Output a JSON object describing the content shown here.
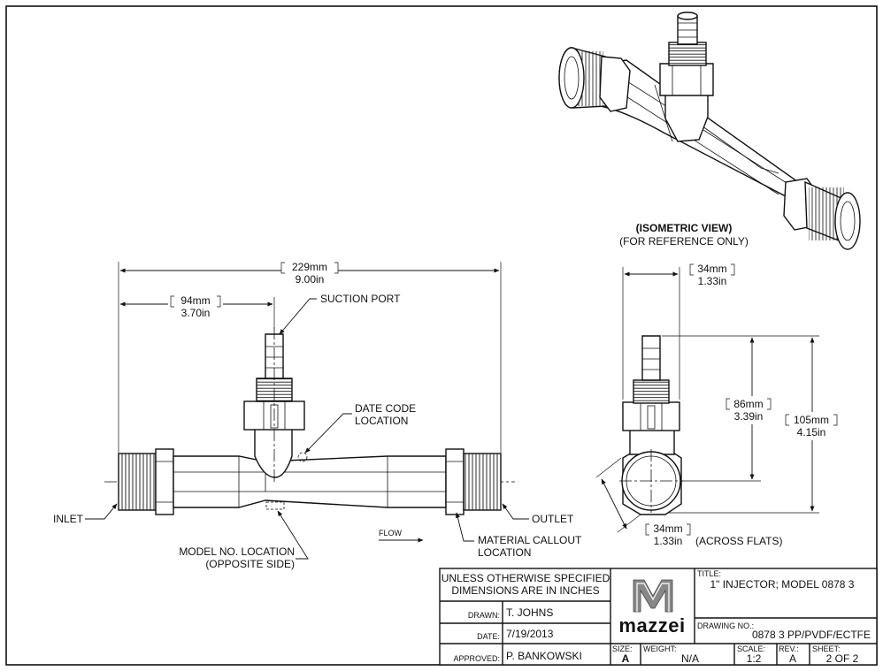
{
  "isometric": {
    "title": "(ISOMETRIC VIEW)",
    "subtitle": "(FOR REFERENCE ONLY)"
  },
  "front_view": {
    "dim_overall_mm": "229mm",
    "dim_overall_in": "9.00in",
    "dim_suction_mm": "94mm",
    "dim_suction_in": "3.70in",
    "callouts": {
      "suction_port": "SUCTION PORT",
      "date_code_1": "DATE CODE",
      "date_code_2": "LOCATION",
      "inlet": "INLET",
      "outlet": "OUTLET",
      "model_no_1": "MODEL NO. LOCATION",
      "model_no_2": "(OPPOSITE SIDE)",
      "material_1": "MATERIAL CALLOUT",
      "material_2": "LOCATION",
      "flow": "FLOW"
    }
  },
  "side_view": {
    "dim_width_mm": "34mm",
    "dim_width_in": "1.33in",
    "dim_port_mm": "86mm",
    "dim_port_in": "3.39in",
    "dim_total_mm": "105mm",
    "dim_total_in": "4.15in",
    "dim_flats_mm": "34mm",
    "dim_flats_in": "1.33in",
    "across_flats": "(ACROSS FLATS)"
  },
  "title_block": {
    "note_1": "UNLESS OTHERWISE SPECIFIED",
    "note_2": "DIMENSIONS ARE IN INCHES",
    "drawn_label": "DRAWN:",
    "drawn_value": "T. JOHNS",
    "date_label": "DATE:",
    "date_value": "7/19/2013",
    "approved_label": "APPROVED:",
    "approved_value": "P. BANKOWSKI",
    "company": "mazzei",
    "title_label": "TITLE:",
    "title_value": "1\" INJECTOR; MODEL 0878 3",
    "drawing_no_label": "DRAWING NO.:",
    "drawing_no_value": "0878 3 PP/PVDF/ECTFE",
    "size_label": "SIZE:",
    "size_value": "A",
    "weight_label": "WEIGHT:",
    "weight_value": "N/A",
    "scale_label": "SCALE:",
    "scale_value": "1:2",
    "rev_label": "REV.:",
    "rev_value": "A",
    "sheet_label": "SHEET:",
    "sheet_value": "2 OF 2"
  }
}
